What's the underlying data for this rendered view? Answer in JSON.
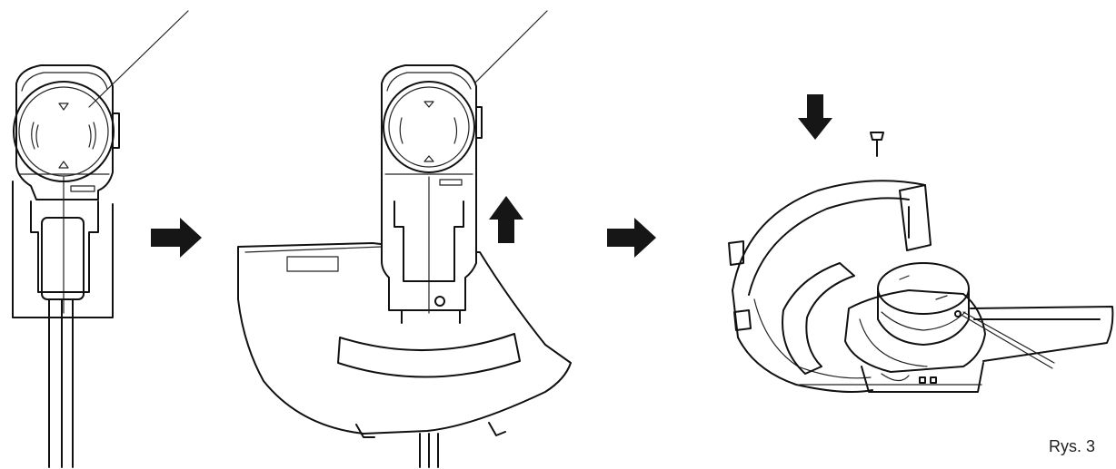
{
  "figure": {
    "caption": "Rys. 3",
    "steps": [
      {
        "name": "trimmer-head-with-line"
      },
      {
        "name": "attach-guard"
      },
      {
        "name": "secure-guard-with-screw"
      }
    ]
  },
  "colors": {
    "line": "#111111",
    "arrow": "#161616",
    "background": "#ffffff"
  }
}
